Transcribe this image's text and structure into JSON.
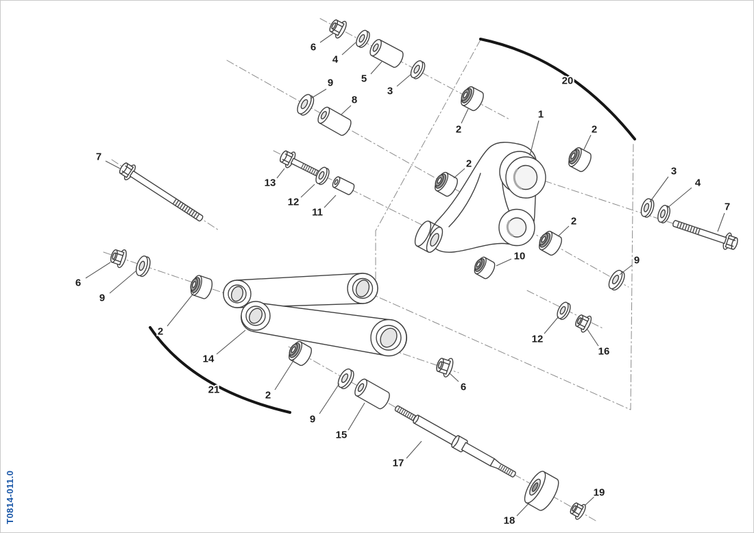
{
  "drawing_number": "T0814-011.0",
  "colors": {
    "line": "#3f3f3f",
    "drawing_number_blue": "#1856a7",
    "background": "#ffffff"
  },
  "callouts": [
    {
      "id": "nut-top",
      "label": "6"
    },
    {
      "id": "washer-top",
      "label": "4"
    },
    {
      "id": "spacer-top",
      "label": "5"
    },
    {
      "id": "washer-top-2",
      "label": "3"
    },
    {
      "id": "washer-mid",
      "label": "9"
    },
    {
      "id": "spacer-mid",
      "label": "8"
    },
    {
      "id": "group-upper",
      "label": "20"
    },
    {
      "id": "bushing-upper-left",
      "label": "2"
    },
    {
      "id": "bell-crank",
      "label": "1"
    },
    {
      "id": "bushing-upper-right",
      "label": "2"
    },
    {
      "id": "bolt-small",
      "label": "13"
    },
    {
      "id": "washer-small",
      "label": "12"
    },
    {
      "id": "bushing-small",
      "label": "11"
    },
    {
      "id": "bushing-crank-left",
      "label": "2"
    },
    {
      "id": "bushing-crank-right",
      "label": "2"
    },
    {
      "id": "bushing-crank-bottom",
      "label": "10"
    },
    {
      "id": "washer-right",
      "label": "3"
    },
    {
      "id": "washer-right-2",
      "label": "4"
    },
    {
      "id": "bolt-right",
      "label": "7"
    },
    {
      "id": "washer-right-3",
      "label": "9"
    },
    {
      "id": "bolt-left",
      "label": "7"
    },
    {
      "id": "nut-left",
      "label": "6"
    },
    {
      "id": "washer-left",
      "label": "9"
    },
    {
      "id": "bushing-left",
      "label": "2"
    },
    {
      "id": "link-arms",
      "label": "14"
    },
    {
      "id": "group-lower",
      "label": "21"
    },
    {
      "id": "bushing-link",
      "label": "2"
    },
    {
      "id": "washer-lower",
      "label": "9"
    },
    {
      "id": "spacer-lower",
      "label": "15"
    },
    {
      "id": "nut-mid",
      "label": "6"
    },
    {
      "id": "washer-far-right",
      "label": "12"
    },
    {
      "id": "nut-far-right",
      "label": "16"
    },
    {
      "id": "shaft-long",
      "label": "17"
    },
    {
      "id": "roller",
      "label": "18"
    },
    {
      "id": "nut-bottom",
      "label": "19"
    }
  ]
}
